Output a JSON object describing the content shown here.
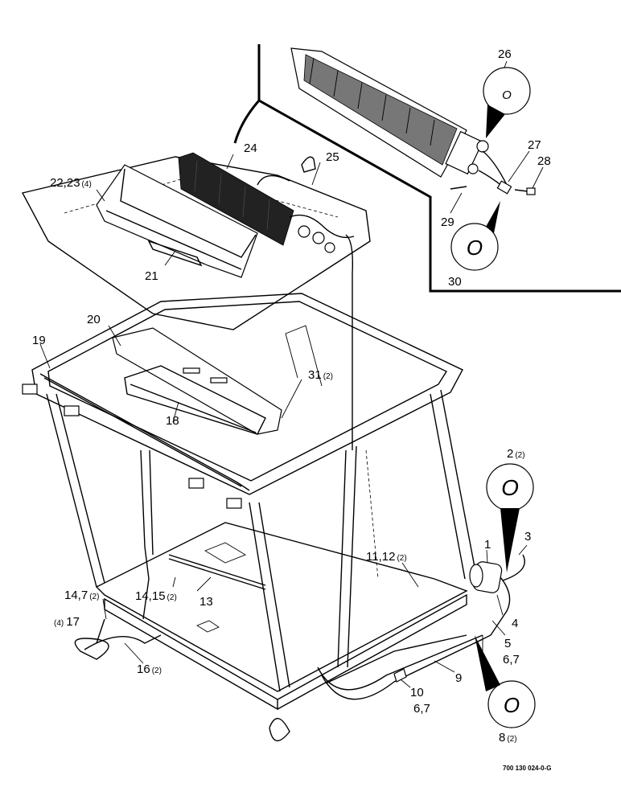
{
  "drawing_code": "700 130 024-0-G",
  "callouts": {
    "c26": {
      "num": "26",
      "qty": ""
    },
    "c27": {
      "num": "27",
      "qty": ""
    },
    "c28": {
      "num": "28",
      "qty": ""
    },
    "c29": {
      "num": "29",
      "qty": ""
    },
    "c30": {
      "num": "30",
      "qty": ""
    },
    "c24": {
      "num": "24",
      "qty": ""
    },
    "c25": {
      "num": "25",
      "qty": ""
    },
    "c2223": {
      "num": "22,23",
      "qty": "(4)"
    },
    "c21": {
      "num": "21",
      "qty": ""
    },
    "c20": {
      "num": "20",
      "qty": ""
    },
    "c19": {
      "num": "19",
      "qty": ""
    },
    "c18": {
      "num": "18",
      "qty": ""
    },
    "c31": {
      "num": "31",
      "qty": "(2)"
    },
    "c2": {
      "num": "2",
      "qty": "(2)"
    },
    "c1": {
      "num": "1",
      "qty": ""
    },
    "c3": {
      "num": "3",
      "qty": ""
    },
    "c1112": {
      "num": "11,12",
      "qty": "(2)"
    },
    "c4": {
      "num": "4",
      "qty": ""
    },
    "c5": {
      "num": "5",
      "qty": ""
    },
    "c67a": {
      "num": "6,7",
      "qty": ""
    },
    "c147": {
      "num": "14,7",
      "qty": "(2)"
    },
    "c1415": {
      "num": "14,15",
      "qty": "(2)"
    },
    "c13": {
      "num": "13",
      "qty": ""
    },
    "c17": {
      "num": "17",
      "qty": "(4)"
    },
    "c16": {
      "num": "16",
      "qty": "(2)"
    },
    "c9": {
      "num": "9",
      "qty": ""
    },
    "c10": {
      "num": "10",
      "qty": ""
    },
    "c67b": {
      "num": "6,7",
      "qty": ""
    },
    "c8": {
      "num": "8",
      "qty": "(2)"
    }
  },
  "oring_glyph": "O",
  "icons": [
    "o-ring-icon",
    "heater-core-icon",
    "compressor-icon",
    "cab-frame-icon",
    "hose-clamp-icon"
  ]
}
